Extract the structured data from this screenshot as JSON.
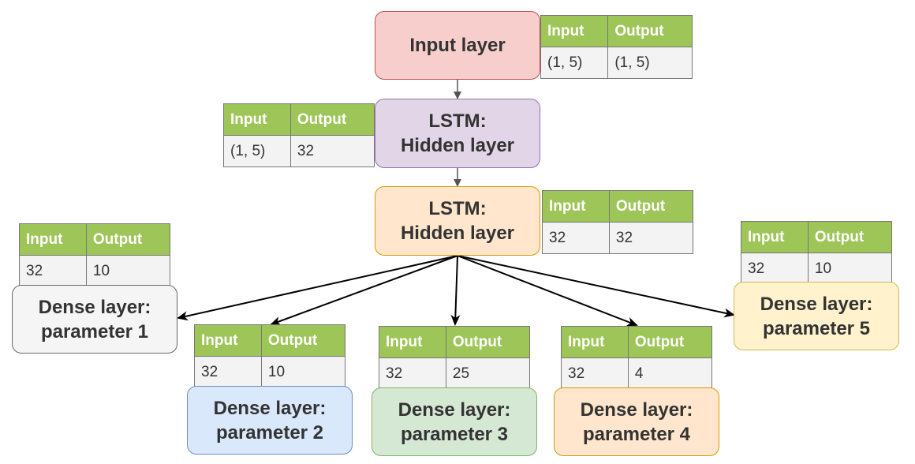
{
  "colors": {
    "red": "#f8cecc",
    "red_border": "#b85450",
    "purple": "#e1d5e7",
    "purple_border": "#9673a6",
    "orange": "#ffe6cc",
    "orange_border": "#d79b00",
    "gray": "#f5f5f5",
    "gray_border": "#666666",
    "blue": "#dae8fc",
    "blue_border": "#6c8ebf",
    "green": "#d5e8d4",
    "green_border": "#82b366",
    "yellow": "#fff2cc",
    "yellow_border": "#d6b656",
    "table_header": "#9dc558"
  },
  "nodes": {
    "input": [
      "Input layer"
    ],
    "lstm1": [
      "LSTM:",
      "Hidden layer"
    ],
    "lstm2": [
      "LSTM:",
      "Hidden layer"
    ],
    "dense1": [
      "Dense layer:",
      "parameter 1"
    ],
    "dense2": [
      "Dense layer:",
      "parameter 2"
    ],
    "dense3": [
      "Dense layer:",
      "parameter 3"
    ],
    "dense4": [
      "Dense layer:",
      "parameter 4"
    ],
    "dense5": [
      "Dense layer:",
      "parameter 5"
    ]
  },
  "tables": {
    "input": {
      "h_in": "Input",
      "h_out": "Output",
      "v_in": "(1, 5)",
      "v_out": "(1, 5)"
    },
    "lstm1": {
      "h_in": "Input",
      "h_out": "Output",
      "v_in": "(1, 5)",
      "v_out": "32"
    },
    "lstm2": {
      "h_in": "Input",
      "h_out": "Output",
      "v_in": "32",
      "v_out": "32"
    },
    "dense1": {
      "h_in": "Input",
      "h_out": "Output",
      "v_in": "32",
      "v_out": "10"
    },
    "dense2": {
      "h_in": "Input",
      "h_out": "Output",
      "v_in": "32",
      "v_out": "10"
    },
    "dense3": {
      "h_in": "Input",
      "h_out": "Output",
      "v_in": "32",
      "v_out": "25"
    },
    "dense4": {
      "h_in": "Input",
      "h_out": "Output",
      "v_in": "32",
      "v_out": "4"
    },
    "dense5": {
      "h_in": "Input",
      "h_out": "Output",
      "v_in": "32",
      "v_out": "10"
    }
  }
}
